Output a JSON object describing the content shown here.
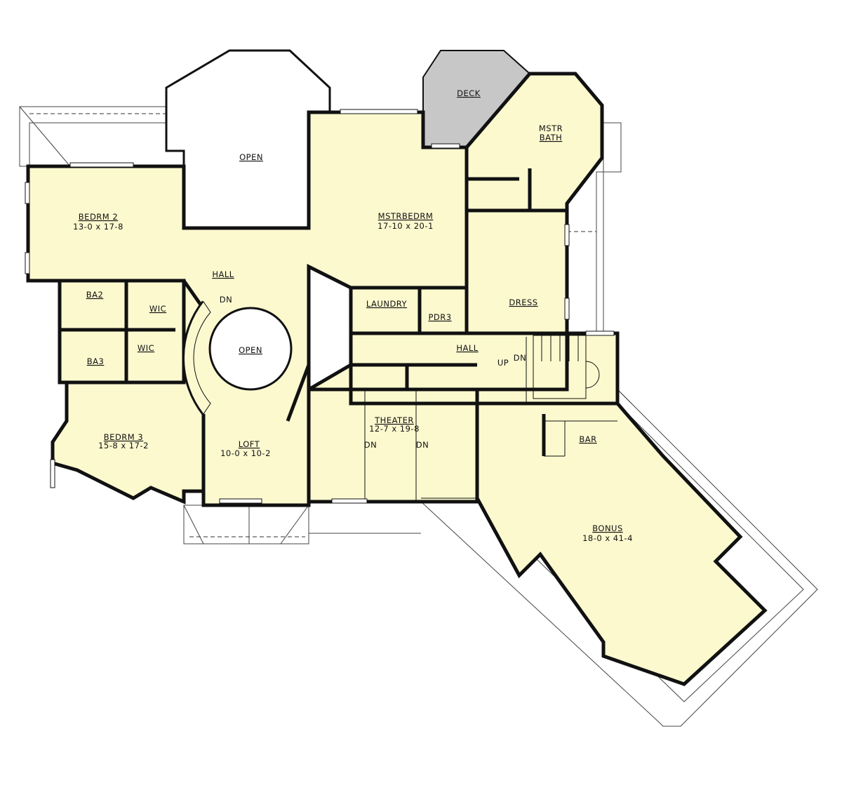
{
  "rooms": {
    "open_top": {
      "name": "OPEN"
    },
    "deck": {
      "name": "DECK"
    },
    "master_bath": {
      "name_line1": "MSTR",
      "name_line2": "BATH"
    },
    "bedroom2": {
      "name": "BEDRM 2",
      "size": "13-0 x 17-8"
    },
    "master_bedroom": {
      "name": "MSTRBEDRM",
      "size": "17-10 x 20-1"
    },
    "hall_upper": {
      "name": "HALL"
    },
    "dress": {
      "name": "DRESS"
    },
    "laundry": {
      "name": "LAUNDRY"
    },
    "powder": {
      "name": "PDR3"
    },
    "ba2": {
      "name": "BA2"
    },
    "wic1": {
      "name": "WIC"
    },
    "ba3": {
      "name": "BA3"
    },
    "wic2": {
      "name": "WIC"
    },
    "open_stair": {
      "name": "OPEN"
    },
    "hall_east": {
      "name": "HALL"
    },
    "theater": {
      "name": "THEATER",
      "size": "12-7 x 19-8"
    },
    "bedroom3": {
      "name": "BEDRM 3",
      "size": "15-8 x 17-2"
    },
    "loft": {
      "name": "LOFT",
      "size": "10-0 x 10-2"
    },
    "bar": {
      "name": "BAR"
    },
    "bonus": {
      "name": "BONUS",
      "size": "18-0 x 41-4"
    }
  },
  "stair_labels": {
    "spiral_dn": "DN",
    "east_up": "UP",
    "east_dn": "DN",
    "theater_dn1": "DN",
    "theater_dn2": "DN"
  },
  "colors": {
    "floor": "#fcf9cf",
    "deck": "#c7c7c7",
    "wall": "#111111"
  }
}
